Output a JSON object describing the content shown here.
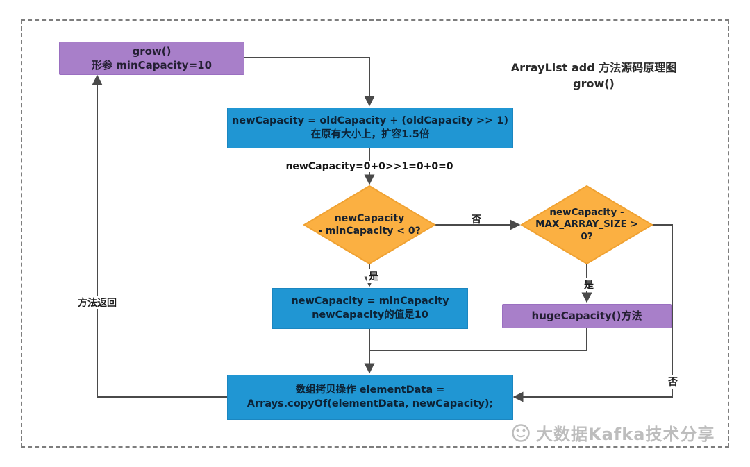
{
  "title": {
    "line1": "ArrayList add 方法源码原理图",
    "line2": "grow()"
  },
  "nodes": {
    "grow": {
      "line1": "grow()",
      "line2": "形参 minCapacity=10"
    },
    "calc": {
      "line1": "newCapacity = oldCapacity + (oldCapacity >> 1)",
      "line2": "在原有大小上，扩容1.5倍"
    },
    "calc_result_label": "newCapacity=0+0>>1=0+0=0",
    "check_min": {
      "line1": "newCapacity",
      "line2": "- minCapacity < 0?"
    },
    "check_max": {
      "line1": "newCapacity -",
      "line2": "MAX_ARRAY_SIZE >",
      "line3": "0?"
    },
    "assign_min": {
      "line1": "newCapacity = minCapacity",
      "line2": "newCapacity的值是10"
    },
    "huge": {
      "label": "hugeCapacity()方法"
    },
    "copy": {
      "line1": "数组拷贝操作  elementData =",
      "line2": "Arrays.copyOf(elementData, newCapacity);"
    }
  },
  "labels": {
    "no_mid": "否",
    "yes_left": "是",
    "yes_right": "是",
    "no_right": "否",
    "method_return": "方法返回"
  },
  "watermark": "大数据Kafka技术分享",
  "colors": {
    "purple_node": "#a87fc9",
    "blue_node": "#2096d3",
    "orange_diamond": "#fbb042",
    "connector_line": "#4a4a4a"
  }
}
